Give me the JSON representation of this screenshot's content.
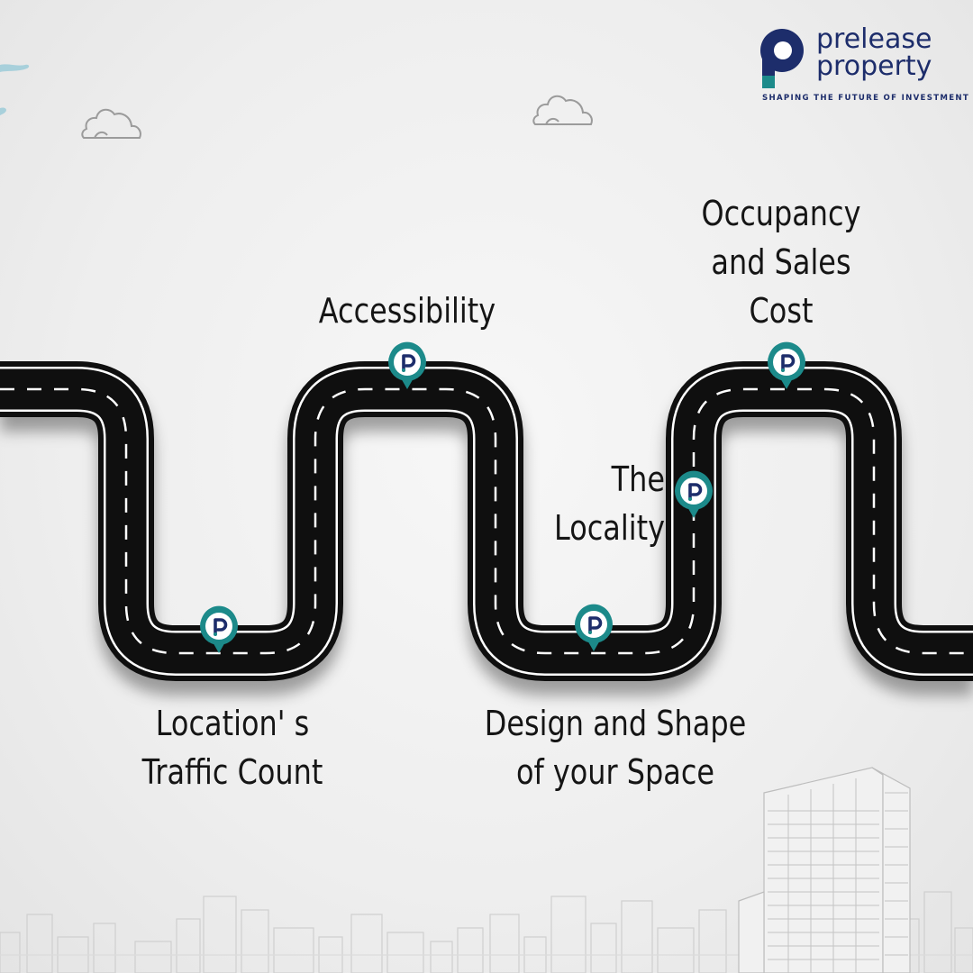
{
  "brand": {
    "name_line1": "prelease",
    "name_line2": "property",
    "tagline": "SHAPING THE FUTURE OF INVESTMENT",
    "primary_color": "#1d2d6b",
    "accent_color": "#1c8a8a"
  },
  "milestones": [
    {
      "id": "traffic",
      "lines": [
        "Location' s",
        "Traffic Count"
      ]
    },
    {
      "id": "accessibility",
      "lines": [
        "Accessibility"
      ]
    },
    {
      "id": "design",
      "lines": [
        "Design and Shape",
        "of your Space"
      ]
    },
    {
      "id": "locality",
      "lines": [
        "The",
        "Locality"
      ]
    },
    {
      "id": "occupancy",
      "lines": [
        "Occupancy",
        "and Sales",
        "Cost"
      ]
    }
  ],
  "road": {
    "asphalt_color": "#0f0f0f",
    "edge_color": "#ffffff",
    "marker_icon": "map-pin-icon"
  },
  "decor": {
    "icons": [
      "cloud-icon",
      "cloud-icon",
      "city-skyline",
      "apartment-tower"
    ]
  }
}
